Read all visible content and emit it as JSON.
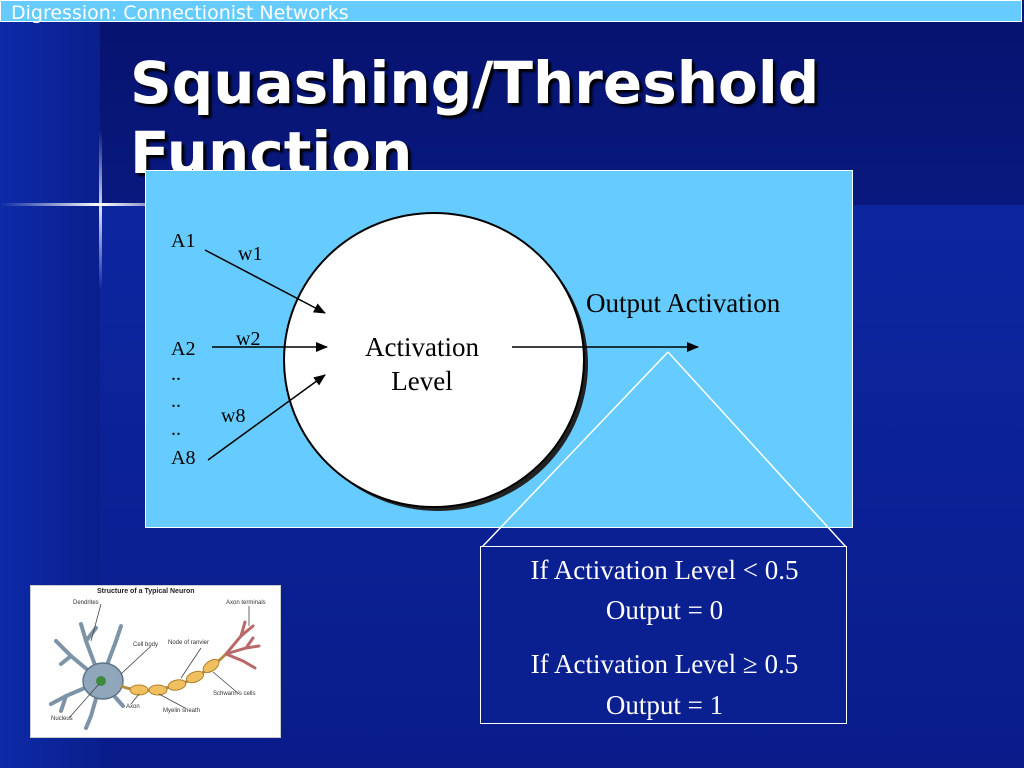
{
  "header": {
    "text": "Digression: Connectionist Networks"
  },
  "slide": {
    "title_line1": "Squashing/Threshold",
    "title_line2": "Function"
  },
  "diagram": {
    "inputs": {
      "a1": "A1",
      "a2": "A2",
      "dots1": "..",
      "dots2": "..",
      "dots3": "..",
      "a8": "A8"
    },
    "weights": {
      "w1": "w1",
      "w2": "w2",
      "w8": "w8"
    },
    "node": {
      "line1": "Activation",
      "line2": "Level"
    },
    "output_label": "Output Activation"
  },
  "rules": {
    "rule1_condition": "If Activation Level < 0.5",
    "rule1_output": "Output = 0",
    "rule2_condition": "If Activation Level ≥ 0.5",
    "rule2_output": "Output = 1"
  },
  "neuron_figure": {
    "title": "Structure of a Typical Neuron",
    "dendrites": "Dendrites",
    "axon_terminals": "Axon terminals",
    "cell_body": "Cell body",
    "node_of_ranvier": "Node of ranvier",
    "schwanns_cells": "Schwann's cells",
    "axon": "Axon",
    "myelin_sheath": "Myelin sheath",
    "nucleus": "Nucleus"
  },
  "colors": {
    "panel": "#66ccff",
    "background": "#0a1c86",
    "header": "#66ccff"
  }
}
